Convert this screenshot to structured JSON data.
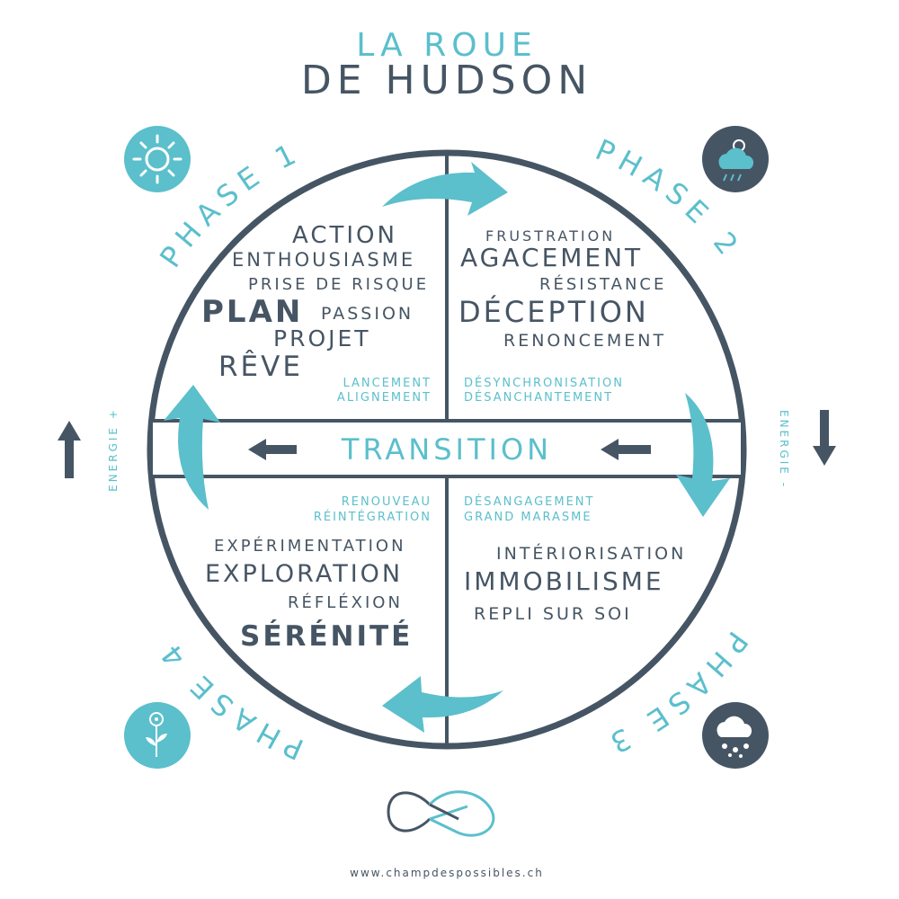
{
  "title": {
    "line1": "LA ROUE",
    "line2": "DE HUDSON"
  },
  "phases": {
    "p1": "PHASE 1",
    "p2": "PHASE 2",
    "p3": "PHASE 3",
    "p4": "PHASE 4"
  },
  "energy": {
    "plus": "ENERGIE +",
    "minus": "ENERGIE -"
  },
  "transition": "TRANSITION",
  "quadrant1": {
    "words": [
      "ACTION",
      "ENTHOUSIASME",
      "PRISE DE RISQUE",
      "PLAN",
      "PASSION",
      "PROJET",
      "RÊVE"
    ],
    "sub": [
      "LANCEMENT",
      "ALIGNEMENT"
    ]
  },
  "quadrant2": {
    "words": [
      "FRUSTRATION",
      "AGACEMENT",
      "RÉSISTANCE",
      "DÉCEPTION",
      "RENONCEMENT"
    ],
    "sub": [
      "DÉSYNCHRONISATION",
      "DÉSANCHANTEMENT"
    ]
  },
  "quadrant3": {
    "words": [
      "INTÉRIORISATION",
      "IMMOBILISME",
      "REPLI SUR SOI"
    ],
    "sub": [
      "DÉSANGAGEMENT",
      "GRAND MARASME"
    ]
  },
  "quadrant4": {
    "words": [
      "EXPÉRIMENTATION",
      "EXPLORATION",
      "RÉFLÉXION",
      "SÉRÉNITÉ"
    ],
    "sub": [
      "RENOUVEAU",
      "RÉINTÉGRATION"
    ]
  },
  "icons": {
    "phase1": "sun-icon",
    "phase2": "cloud-rain-icon",
    "phase3": "cloud-snow-icon",
    "phase4": "flower-icon"
  },
  "footer": {
    "url": "www.champdespossibles.ch"
  },
  "colors": {
    "teal": "#5bbfcc",
    "dark": "#465564"
  }
}
